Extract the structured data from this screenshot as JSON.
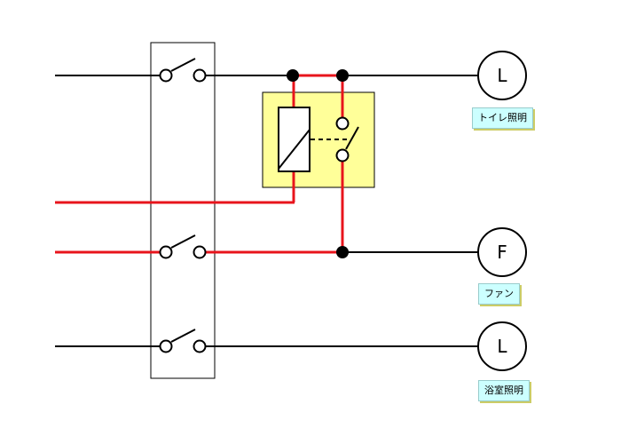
{
  "colors": {
    "wire": "#000000",
    "red_wire": "#e8141c",
    "relay_box_fill": "#ffff99",
    "tag_fill": "#ccffff"
  },
  "loads": [
    {
      "id": "toilet-light",
      "symbol": "L",
      "label": "トイレ照明"
    },
    {
      "id": "fan",
      "symbol": "F",
      "label": "ファン"
    },
    {
      "id": "bath-light",
      "symbol": "L",
      "label": "浴室照明"
    }
  ]
}
